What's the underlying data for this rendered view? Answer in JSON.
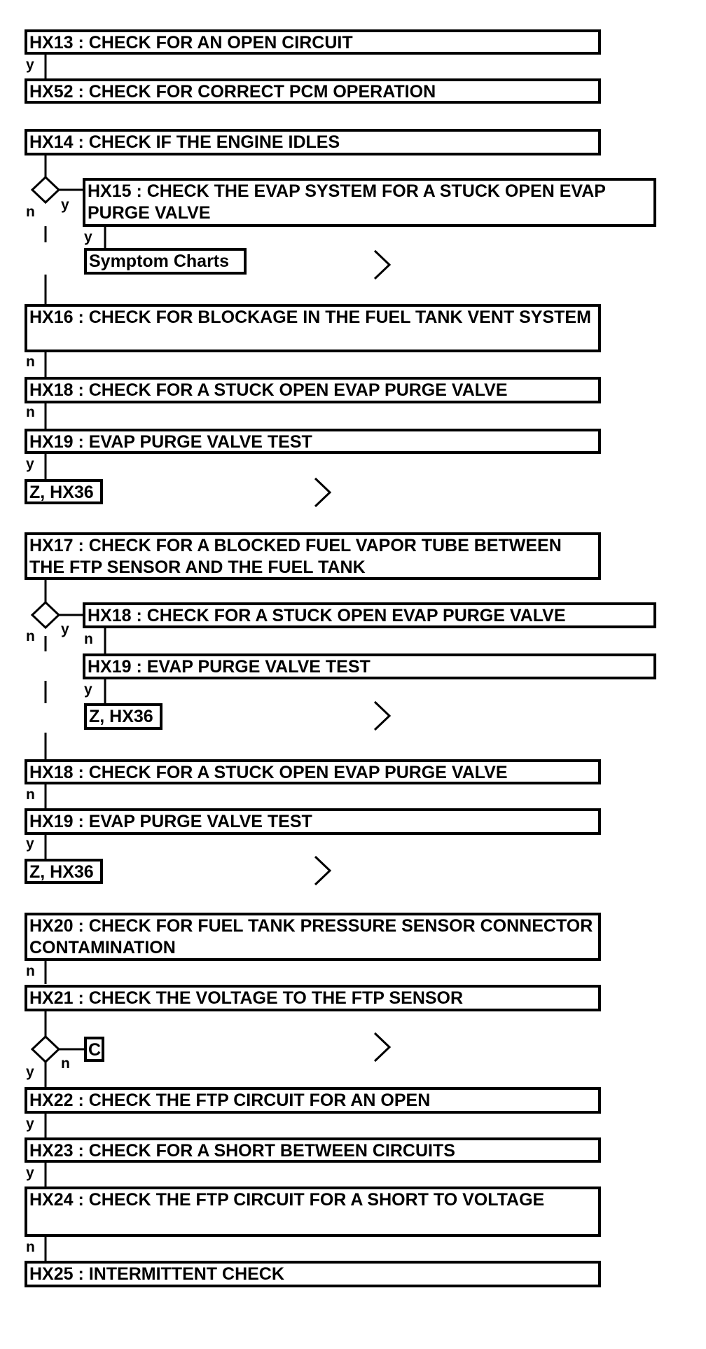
{
  "steps": {
    "hx13": "HX13 : CHECK FOR AN OPEN CIRCUIT",
    "hx52": "HX52 : CHECK FOR CORRECT PCM OPERATION",
    "hx14": "HX14 : CHECK IF THE ENGINE IDLES",
    "hx15": "HX15 : CHECK THE EVAP SYSTEM FOR A STUCK OPEN EVAP PURGE VALVE",
    "symptom_charts": "Symptom Charts",
    "hx16": "HX16 : CHECK FOR BLOCKAGE IN THE FUEL TANK VENT SYSTEM",
    "hx18_a": "HX18 : CHECK FOR A STUCK OPEN EVAP PURGE VALVE",
    "hx19_a": "HX19 : EVAP PURGE VALVE TEST",
    "z_hx36_a": "Z, HX36",
    "hx17": "HX17 : CHECK FOR A BLOCKED FUEL VAPOR TUBE BETWEEN THE FTP SENSOR AND THE FUEL TANK",
    "hx18_b": "HX18 : CHECK FOR A STUCK OPEN EVAP PURGE VALVE",
    "hx19_b": "HX19 : EVAP PURGE VALVE TEST",
    "z_hx36_b": "Z, HX36",
    "hx18_c": "HX18 : CHECK FOR A STUCK OPEN EVAP PURGE VALVE",
    "hx19_c": "HX19 : EVAP PURGE VALVE TEST",
    "z_hx36_c": "Z, HX36",
    "hx20": "HX20 : CHECK FOR FUEL TANK PRESSURE SENSOR CONNECTOR CONTAMINATION",
    "hx21": "HX21 : CHECK THE VOLTAGE TO THE FTP SENSOR",
    "c": "C",
    "hx22": "HX22 : CHECK THE FTP CIRCUIT FOR AN OPEN",
    "hx23": "HX23 : CHECK FOR A SHORT BETWEEN CIRCUITS",
    "hx24": "HX24 : CHECK THE FTP CIRCUIT FOR A SHORT TO VOLTAGE",
    "hx25": "HX25 : INTERMITTENT CHECK"
  },
  "labels": {
    "y1": "y",
    "y2": "n",
    "y3": "y",
    "y4": "y",
    "n1": "n",
    "n2": "n",
    "y5": "y",
    "n3": "n",
    "y6": "y",
    "n4": "n",
    "y7": "y",
    "n5": "n",
    "y8": "y",
    "n6": "n",
    "y9": "y",
    "n7": "n",
    "y10": "y",
    "y11": "y",
    "n8": "n"
  }
}
